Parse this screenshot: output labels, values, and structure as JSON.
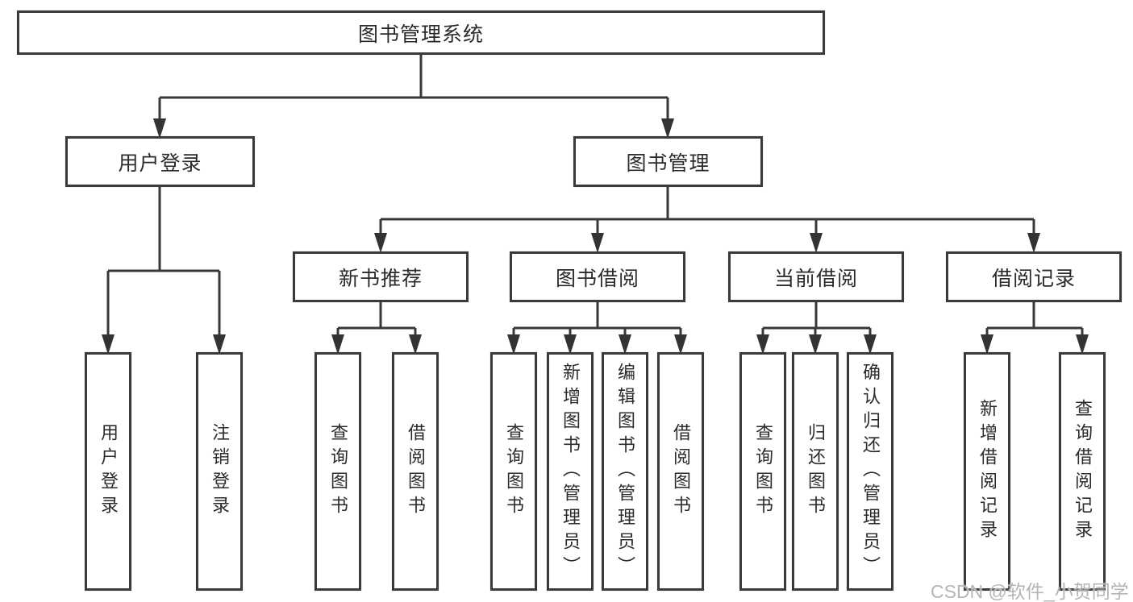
{
  "page": {
    "watermark": "CSDN @软件_小贺同学"
  },
  "colors": {
    "background": "#ffffff",
    "line": "#383838",
    "box_border": "#3a3a3a",
    "text": "#2b2b2b",
    "watermark": "#b5b5b5"
  },
  "tree": {
    "label": "图书管理系统",
    "children": [
      {
        "label": "用户登录",
        "children": [
          {
            "label": "用户登录"
          },
          {
            "label": "注销登录"
          }
        ]
      },
      {
        "label": "图书管理",
        "children": [
          {
            "label": "新书推荐",
            "children": [
              {
                "label": "查询图书"
              },
              {
                "label": "借阅图书"
              }
            ]
          },
          {
            "label": "图书借阅",
            "children": [
              {
                "label": "查询图书"
              },
              {
                "label": "新增图书（管理员）"
              },
              {
                "label": "编辑图书（管理员）"
              },
              {
                "label": "借阅图书"
              }
            ]
          },
          {
            "label": "当前借阅",
            "children": [
              {
                "label": "查询图书"
              },
              {
                "label": "归还图书"
              },
              {
                "label": "确认归还（管理员）"
              }
            ]
          },
          {
            "label": "借阅记录",
            "children": [
              {
                "label": "新增借阅记录"
              },
              {
                "label": "查询借阅记录"
              }
            ]
          }
        ]
      }
    ]
  }
}
